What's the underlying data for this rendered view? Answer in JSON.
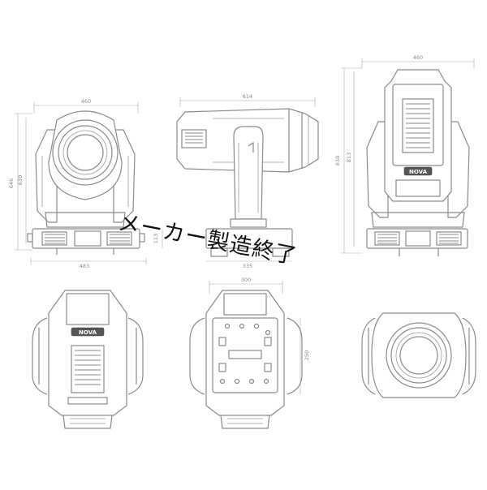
{
  "overlay_text": "メーカー製造終了",
  "dimensions": {
    "front_width": "460",
    "front_height_total": "646",
    "front_height_head": "630",
    "front_base_width": "483",
    "side_width": "614",
    "side_base_height": "113",
    "side_base_width": "335",
    "back_width": "460",
    "back_height_total": "830",
    "back_height_body": "813",
    "bottom_width": "300",
    "bottom_depth": "250"
  },
  "logo_text": "NOVA"
}
